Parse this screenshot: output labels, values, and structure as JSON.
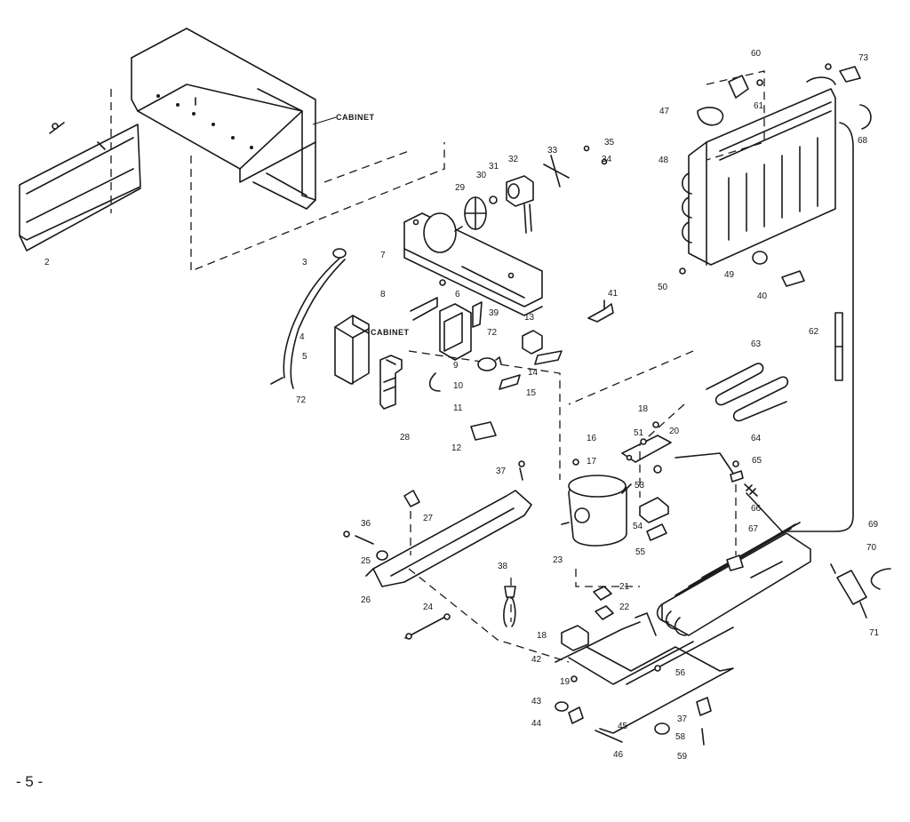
{
  "page_number": "- 5 -",
  "words": {
    "cabinet_top": "CABINET",
    "cabinet_mid": "CABINET"
  },
  "callouts": [
    {
      "id": "c2",
      "text": "2"
    },
    {
      "id": "c3",
      "text": "3"
    },
    {
      "id": "c4",
      "text": "4"
    },
    {
      "id": "c5",
      "text": "5"
    },
    {
      "id": "c6",
      "text": "6"
    },
    {
      "id": "c7",
      "text": "7"
    },
    {
      "id": "c8",
      "text": "8"
    },
    {
      "id": "c9",
      "text": "9"
    },
    {
      "id": "c10",
      "text": "10"
    },
    {
      "id": "c11",
      "text": "11"
    },
    {
      "id": "c12",
      "text": "12"
    },
    {
      "id": "c13",
      "text": "13"
    },
    {
      "id": "c14",
      "text": "14"
    },
    {
      "id": "c15",
      "text": "15"
    },
    {
      "id": "c16",
      "text": "16"
    },
    {
      "id": "c17",
      "text": "17"
    },
    {
      "id": "c18a",
      "text": "18"
    },
    {
      "id": "c18b",
      "text": "18"
    },
    {
      "id": "c19",
      "text": "19"
    },
    {
      "id": "c20",
      "text": "20"
    },
    {
      "id": "c21",
      "text": "21"
    },
    {
      "id": "c22",
      "text": "22"
    },
    {
      "id": "c23",
      "text": "23"
    },
    {
      "id": "c24",
      "text": "24"
    },
    {
      "id": "c25",
      "text": "25"
    },
    {
      "id": "c26",
      "text": "26"
    },
    {
      "id": "c27",
      "text": "27"
    },
    {
      "id": "c28",
      "text": "28"
    },
    {
      "id": "c29",
      "text": "29"
    },
    {
      "id": "c30",
      "text": "30"
    },
    {
      "id": "c31",
      "text": "31"
    },
    {
      "id": "c32",
      "text": "32"
    },
    {
      "id": "c33",
      "text": "33"
    },
    {
      "id": "c34",
      "text": "34"
    },
    {
      "id": "c35",
      "text": "35"
    },
    {
      "id": "c36",
      "text": "36"
    },
    {
      "id": "c37a",
      "text": "37"
    },
    {
      "id": "c37b",
      "text": "37"
    },
    {
      "id": "c38",
      "text": "38"
    },
    {
      "id": "c39",
      "text": "39"
    },
    {
      "id": "c40",
      "text": "40"
    },
    {
      "id": "c41",
      "text": "41"
    },
    {
      "id": "c42",
      "text": "42"
    },
    {
      "id": "c43",
      "text": "43"
    },
    {
      "id": "c44",
      "text": "44"
    },
    {
      "id": "c45",
      "text": "45"
    },
    {
      "id": "c46",
      "text": "46"
    },
    {
      "id": "c47",
      "text": "47"
    },
    {
      "id": "c48",
      "text": "48"
    },
    {
      "id": "c49",
      "text": "49"
    },
    {
      "id": "c50",
      "text": "50"
    },
    {
      "id": "c51",
      "text": "51"
    },
    {
      "id": "c53",
      "text": "53"
    },
    {
      "id": "c54",
      "text": "54"
    },
    {
      "id": "c55",
      "text": "55"
    },
    {
      "id": "c56",
      "text": "56"
    },
    {
      "id": "c58",
      "text": "58"
    },
    {
      "id": "c59",
      "text": "59"
    },
    {
      "id": "c60",
      "text": "60"
    },
    {
      "id": "c61",
      "text": "61"
    },
    {
      "id": "c62",
      "text": "62"
    },
    {
      "id": "c63",
      "text": "63"
    },
    {
      "id": "c64",
      "text": "64"
    },
    {
      "id": "c65",
      "text": "65"
    },
    {
      "id": "c66",
      "text": "66"
    },
    {
      "id": "c67",
      "text": "67"
    },
    {
      "id": "c68",
      "text": "68"
    },
    {
      "id": "c69",
      "text": "69"
    },
    {
      "id": "c70",
      "text": "70"
    },
    {
      "id": "c71",
      "text": "71"
    },
    {
      "id": "c72a",
      "text": "72"
    },
    {
      "id": "c72b",
      "text": "72"
    },
    {
      "id": "c73",
      "text": "73"
    }
  ]
}
